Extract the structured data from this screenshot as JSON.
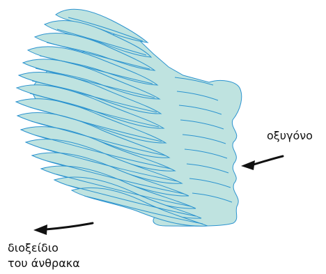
{
  "diagram": {
    "labels": {
      "oxygen": "οξυγόνο",
      "co2_line1": "διοξείδιο",
      "co2_line2": "του άνθρακα"
    },
    "colors": {
      "gill_fill": "#bfe3e0",
      "gill_stroke": "#2b93cf",
      "arrow": "#111111",
      "text": "#111111"
    }
  }
}
